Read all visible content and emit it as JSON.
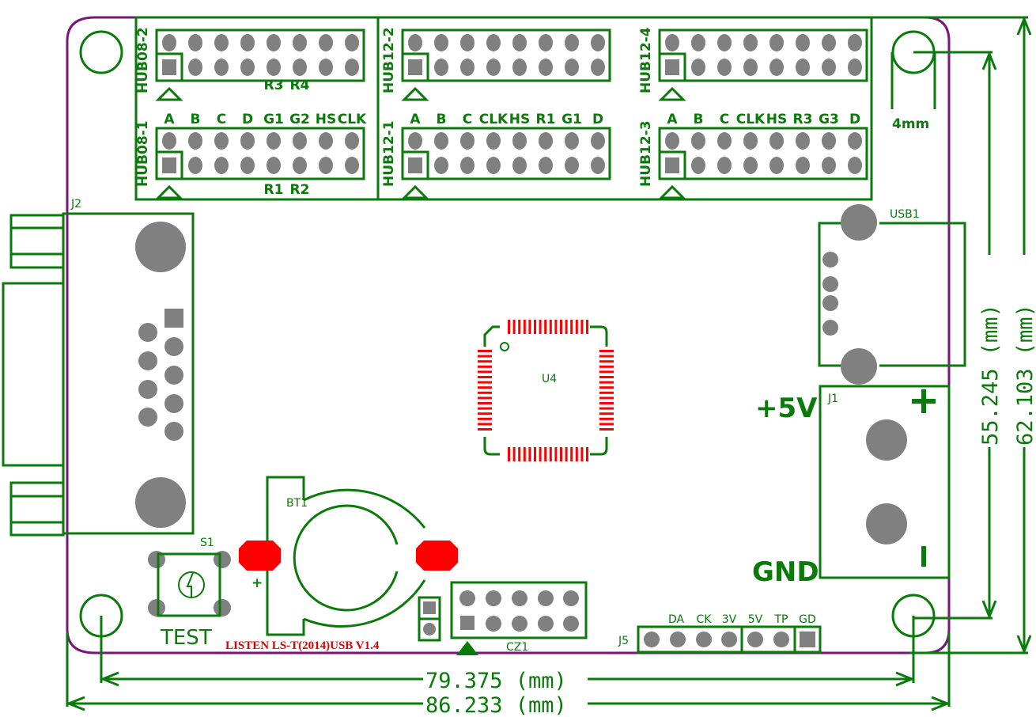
{
  "board": {
    "title_text": "LISTEN  LS-T(2014)USB  V1.4",
    "colors": {
      "silkscreen": "#0a7a0a",
      "board_outline": "#7a157a",
      "pad": "#808080",
      "smd_pad": "#ff0000",
      "title_text": "#e00000"
    }
  },
  "hub_headers": [
    {
      "id": "HUB08-2",
      "pins_top": [],
      "bottom_labels": [
        "R3",
        "R4"
      ]
    },
    {
      "id": "HUB08-1",
      "top_labels": [
        "A",
        "B",
        "C",
        "D",
        "G1",
        "G2",
        "HS",
        "CLK"
      ],
      "bottom_labels": [
        "R1",
        "R2"
      ]
    },
    {
      "id": "HUB12-2",
      "top_labels": []
    },
    {
      "id": "HUB12-1",
      "top_labels": [
        "A",
        "B",
        "C",
        "CLK",
        "HS",
        "R1",
        "G1",
        "D"
      ]
    },
    {
      "id": "HUB12-4",
      "top_labels": []
    },
    {
      "id": "HUB12-3",
      "top_labels": [
        "A",
        "B",
        "C",
        "CLK",
        "HS",
        "R3",
        "G3",
        "D"
      ]
    }
  ],
  "components": {
    "j2": "J2",
    "usb1": "USB1",
    "u4": "U4",
    "j1": "J1",
    "j1_plus_label": "+5V",
    "j1_gnd_label": "GND",
    "j1_plus_sign": "+",
    "j1_minus_sign": "|",
    "bt1": "BT1",
    "bt1_plus": "+",
    "s1": "S1",
    "s1_label": "TEST",
    "cz1": "CZ1",
    "j5": "J5",
    "j5_pins": [
      "DA",
      "CK",
      "3V",
      "5V",
      "TP",
      "GD"
    ],
    "hole_label": "4mm"
  },
  "dimensions": {
    "hole_span_x": "79.375 (mm)",
    "board_width": "86.233 (mm)",
    "hole_span_y": "55.245 (mm)",
    "board_height": "62.103 (mm)"
  }
}
